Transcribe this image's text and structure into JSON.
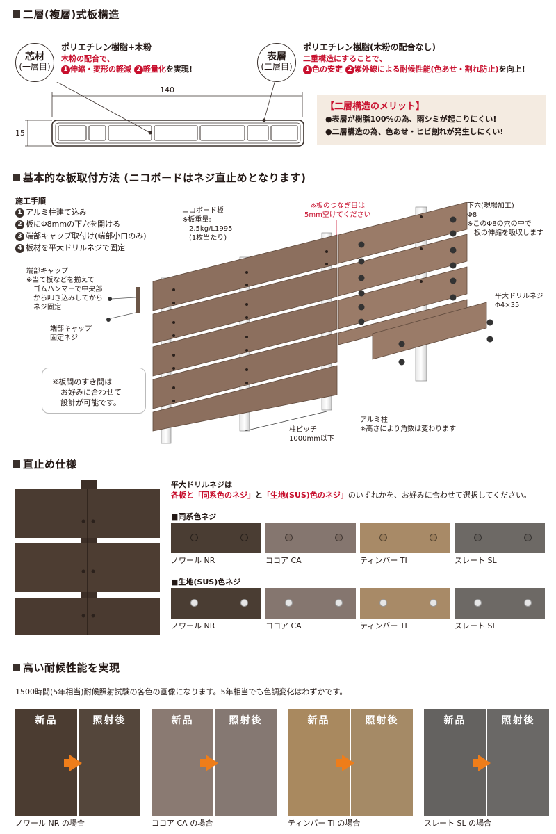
{
  "section1": {
    "title": "二層(複層)式板構造",
    "core": {
      "circle_main": "芯材",
      "circle_sub": "(一層目)",
      "heading": "ポリエチレン樹脂+木粉",
      "line1": "木粉の配合で、",
      "n1": "1",
      "item1": "伸縮・変形の軽減",
      "n2": "2",
      "item2": "軽量化",
      "suffix": "を実現!"
    },
    "surface": {
      "circle_main": "表層",
      "circle_sub": "(二層目)",
      "heading": "ポリエチレン樹脂(木粉の配合なし)",
      "line1": "二重構造にすることで、",
      "n1": "1",
      "item1": "色の安定",
      "n2": "2",
      "item2": "紫外線による耐候性能(色あせ・割れ防止)",
      "suffix": "を向上!"
    },
    "dim_width": "140",
    "dim_height": "15",
    "merit": {
      "title": "【二層構造のメリット】",
      "items": [
        "●表層が樹脂100%の為、雨シミが起こりにくい!",
        "●二層構造の為、色あせ・ヒビ割れが発生しにくい!"
      ]
    }
  },
  "section2": {
    "title": "基本的な板取付方法 (ニコボードはネジ直止めとなります)",
    "steps_title": "施工手順",
    "steps": [
      {
        "n": "1",
        "text": "アルミ柱建て込み"
      },
      {
        "n": "2",
        "text": "板にΦ8mmの下穴を開ける"
      },
      {
        "n": "3",
        "text": "端部キャップ取付け(端部小口のみ)"
      },
      {
        "n": "4",
        "text": "板材を平大ドリルネジで固定"
      }
    ],
    "board_note": [
      "ニコボード板",
      "※板重量:",
      "2.5kg/L1995",
      "(1枚当たり)"
    ],
    "joint_note": [
      "※板のつなぎ目は",
      "5mm空けてください"
    ],
    "hole_note": [
      "下穴(現場加工)",
      "Φ8",
      "※このΦ8の穴の中で",
      "板の伸縮を吸収します"
    ],
    "cap_note": [
      "端部キャップ",
      "※当て板などを揃えて",
      "ゴムハンマーで中央部",
      "から叩き込みしてから",
      "ネジ固定"
    ],
    "cap_screw_note": [
      "端部キャップ",
      "固定ネジ"
    ],
    "gap_note": [
      "※板間のすき間は",
      "お好みに合わせて",
      "設計が可能です。"
    ],
    "pitch_note": [
      "柱ピッチ",
      "1000mm以下"
    ],
    "post_note": [
      "アルミ柱",
      "※高さにより角数は変わります"
    ],
    "screw_note": [
      "平大ドリルネジ",
      "Φ4×35"
    ]
  },
  "section3": {
    "title": "直止め仕様",
    "intro1": "平大ドリルネジは",
    "intro2_pre": "各板と",
    "intro2_a": "「同系色のネジ」",
    "intro2_mid": "と",
    "intro2_b": "「生地(SUS)色のネジ」",
    "intro2_post": "のいずれかを、お好みに合わせて選択してください。",
    "group1_title": "同系色ネジ",
    "group2_title": "生地(SUS)色ネジ",
    "swatches": [
      {
        "label": "ノワール NR",
        "color": "#4a3d33",
        "screw": "#4a3d33"
      },
      {
        "label": "ココア CA",
        "color": "#85766f",
        "screw": "#7a6a62"
      },
      {
        "label": "ティンバー TI",
        "color": "#a88a67",
        "screw": "#9b7e5c"
      },
      {
        "label": "スレート SL",
        "color": "#6d6965",
        "screw": "#64605c"
      }
    ],
    "swatches2": [
      {
        "label": "ノワール NR",
        "color": "#4a3d33"
      },
      {
        "label": "ココア CA",
        "color": "#85766f"
      },
      {
        "label": "ティンバー TI",
        "color": "#a88a67"
      },
      {
        "label": "スレート SL",
        "color": "#6d6965"
      }
    ]
  },
  "section4": {
    "title": "高い耐候性能を実現",
    "desc": "1500時間(5年相当)耐候照射試験の各色の画像になります。5年相当でも色調変化はわずかです。",
    "new_label": "新品",
    "after_label": "照射後",
    "samples": [
      {
        "caption": "ノワール NR の場合",
        "new": "#4b3c31",
        "after": "#54463b"
      },
      {
        "caption": "ココア CA の場合",
        "new": "#8a7a72",
        "after": "#857872"
      },
      {
        "caption": "ティンバー TI の場合",
        "new": "#a9895f",
        "after": "#a58a66"
      },
      {
        "caption": "スレート SL の場合",
        "new": "#646260",
        "after": "#6a6866"
      }
    ],
    "arrow_color": "#ee7d1a"
  },
  "colors": {
    "accent_red": "#c8102e",
    "board": "#8c6f5e",
    "merit_bg": "#f4ebe1"
  }
}
